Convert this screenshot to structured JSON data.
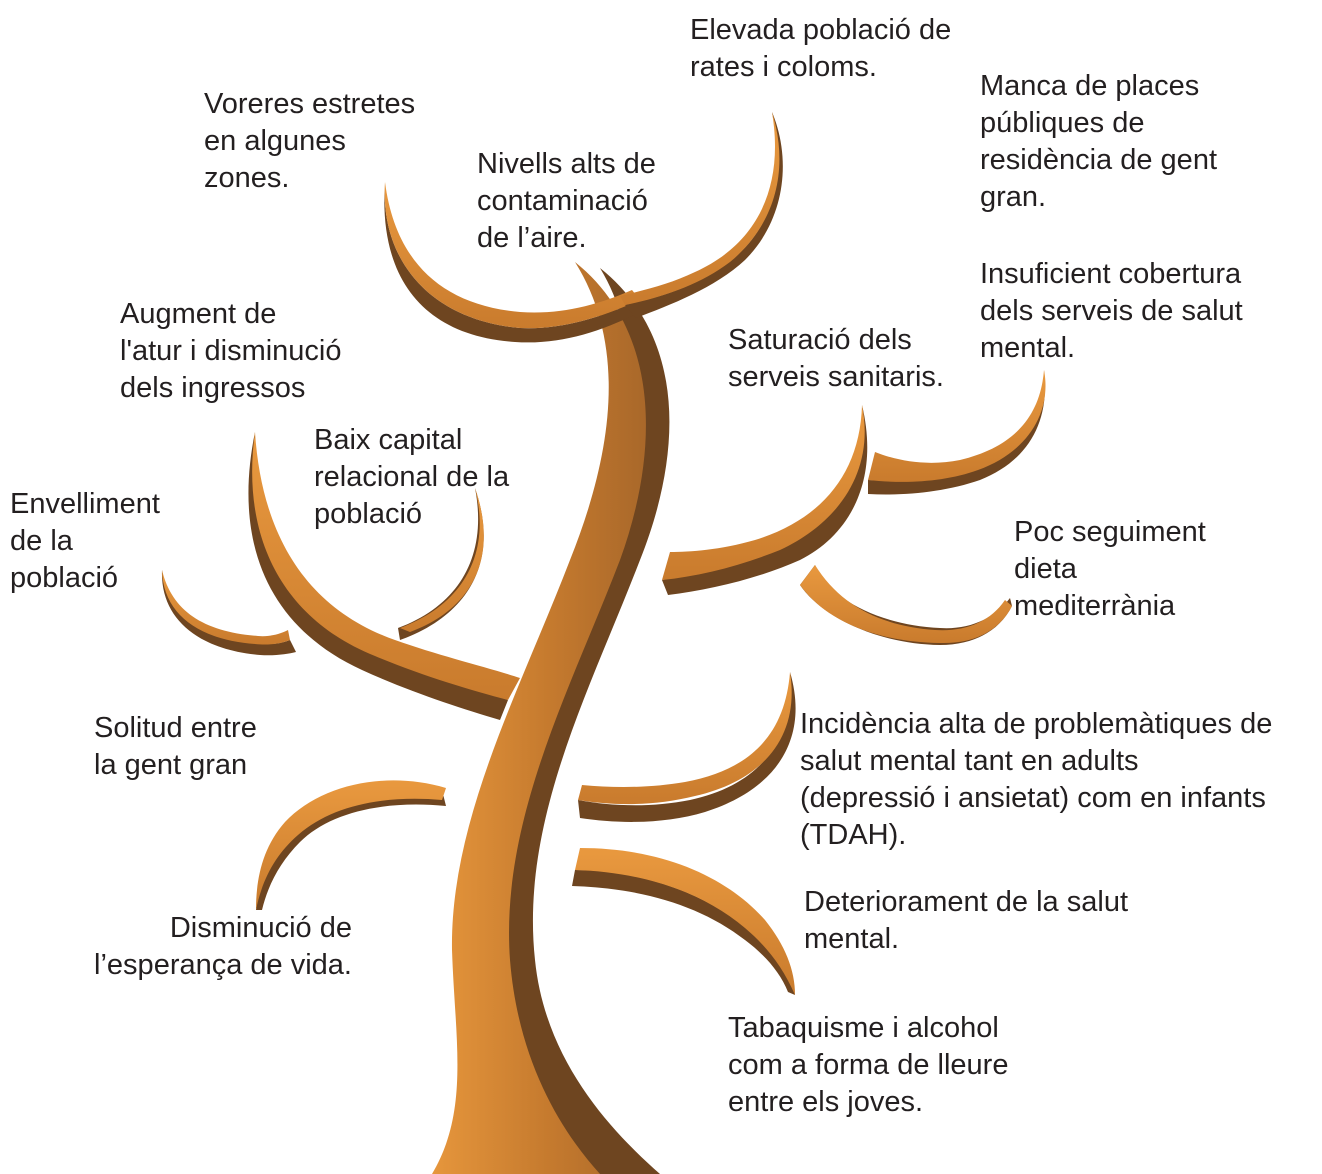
{
  "colors": {
    "branch_light": "#e0913a",
    "branch_mid": "#c8792c",
    "branch_dark": "#6e4520",
    "text": "#231f20"
  },
  "labels": {
    "voreres": "Voreres estretes\nen algunes\nzones.",
    "contaminacio": "Nivells alts de\ncontaminació\nde l’aire.",
    "rates": "Elevada població de\nrates i coloms.",
    "residencia": "Manca de places\npúbliques de\nresidència de gent\ngran.",
    "atur": "Augment de\nl'atur i disminució\ndels ingressos",
    "saturacio": "Saturació dels\nserveis sanitaris.",
    "salut_mental_cobertura": "Insuficient cobertura\ndels serveis de salut\nmental.",
    "capital": "Baix capital\nrelacional de la\npoblació",
    "envelliment": "Envelliment\nde la\npoblació",
    "dieta": "Poc seguiment\ndieta\nmediterrània",
    "solitud": "Solitud entre\nla gent gran",
    "incidencia": "Incidència alta de problemàtiques de\nsalut mental tant en adults\n(depressió i ansietat) com en infants\n(TDAH).",
    "deteriorament": "Deteriorament de la salut\nmental.",
    "esperanca": "Disminució de\nl’esperança de vida.",
    "tabaquisme": "Tabaquisme i alcohol\ncom a forma de lleure\nentre els joves."
  }
}
